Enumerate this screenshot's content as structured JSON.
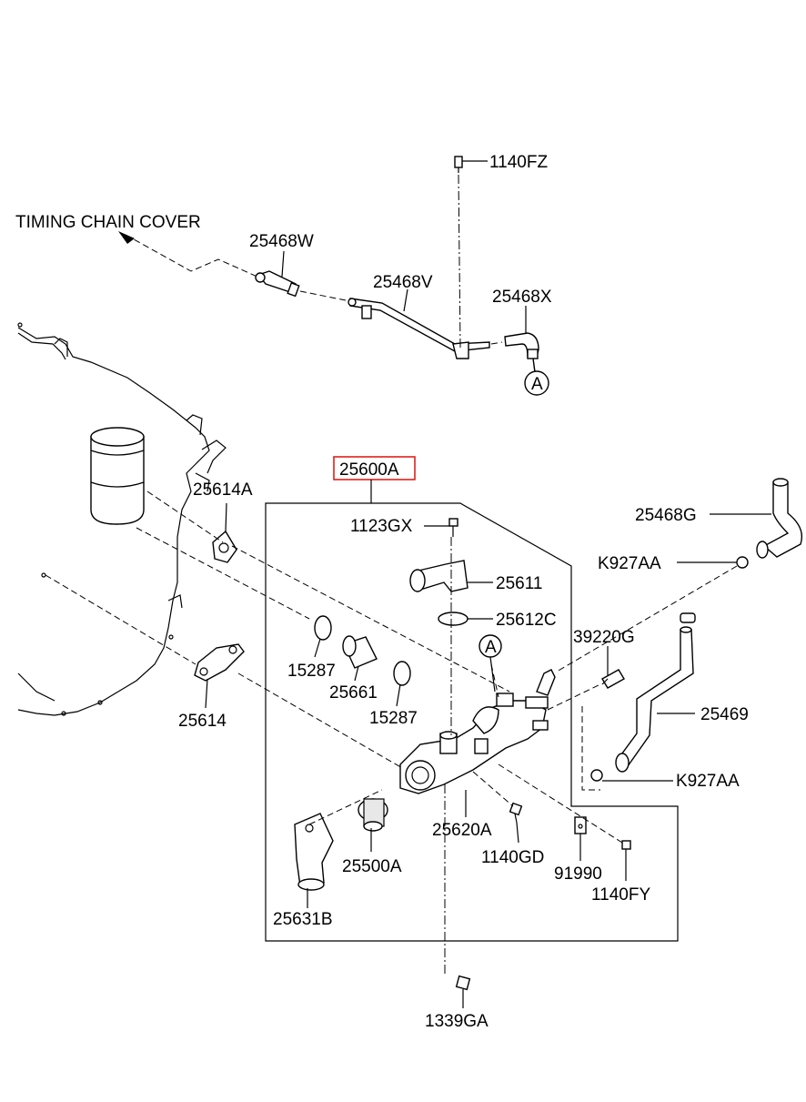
{
  "diagram": {
    "labels": {
      "timing_chain_cover": "TIMING CHAIN COVER",
      "p_1140FZ": "1140FZ",
      "p_25468W": "25468W",
      "p_25468V": "25468V",
      "p_25468X": "25468X",
      "callout_a_top": "A",
      "p_25600A": "25600A",
      "p_25614A": "25614A",
      "p_1123GX": "1123GX",
      "p_25611": "25611",
      "p_25612C": "25612C",
      "callout_a_mid": "A",
      "p_25468G": "25468G",
      "p_K927AA_top": "K927AA",
      "p_39220G": "39220G",
      "p_15287_left": "15287",
      "p_25661": "25661",
      "p_15287_right": "15287",
      "p_25614": "25614",
      "p_25469": "25469",
      "p_K927AA_bottom": "K927AA",
      "p_25620A": "25620A",
      "p_25500A": "25500A",
      "p_1140GD": "1140GD",
      "p_91990": "91990",
      "p_1140FY": "1140FY",
      "p_25631B": "25631B",
      "p_1339GA": "1339GA"
    },
    "colors": {
      "line": "#000000",
      "highlight_box": "#e0201b",
      "background": "#ffffff"
    }
  }
}
